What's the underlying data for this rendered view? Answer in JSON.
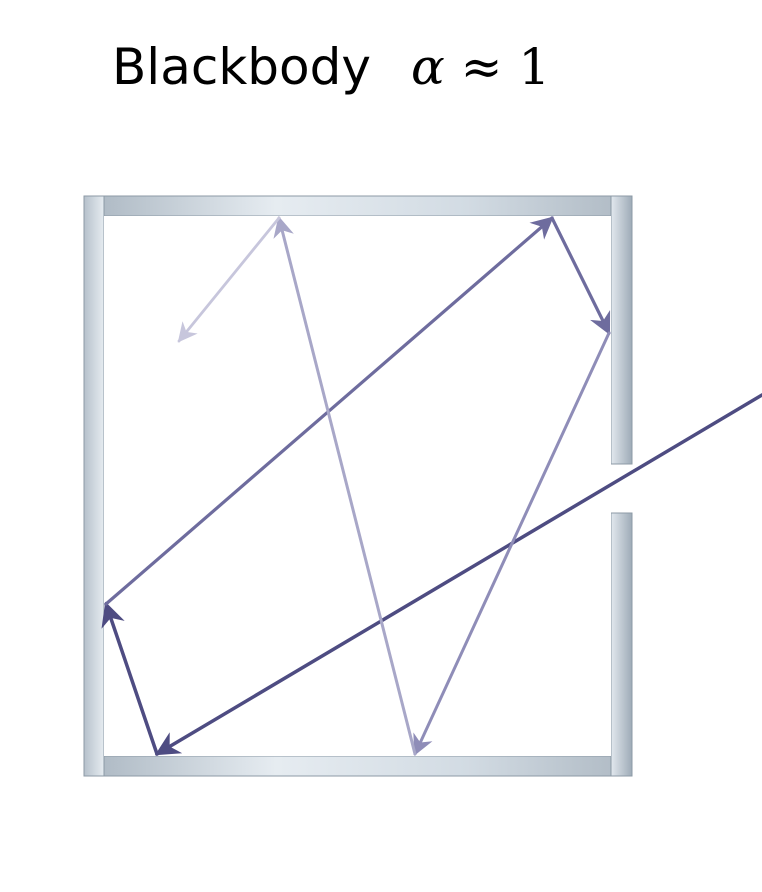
{
  "title": {
    "word": "Blackbody",
    "symbol": "α",
    "relation": "≈",
    "value": "1"
  },
  "colors": {
    "wall_light": "#e4eaf0",
    "wall_mid": "#c3ced8",
    "wall_dark": "#9aa8b4",
    "wall_edge": "#8c9aa6",
    "ray_incident": "#4e4c82",
    "ray_strong": "#6e6c9e",
    "ray_medium": "#8f8db8",
    "ray_faint": "#a8a7c8",
    "ray_fading": "#c7c6dc"
  }
}
